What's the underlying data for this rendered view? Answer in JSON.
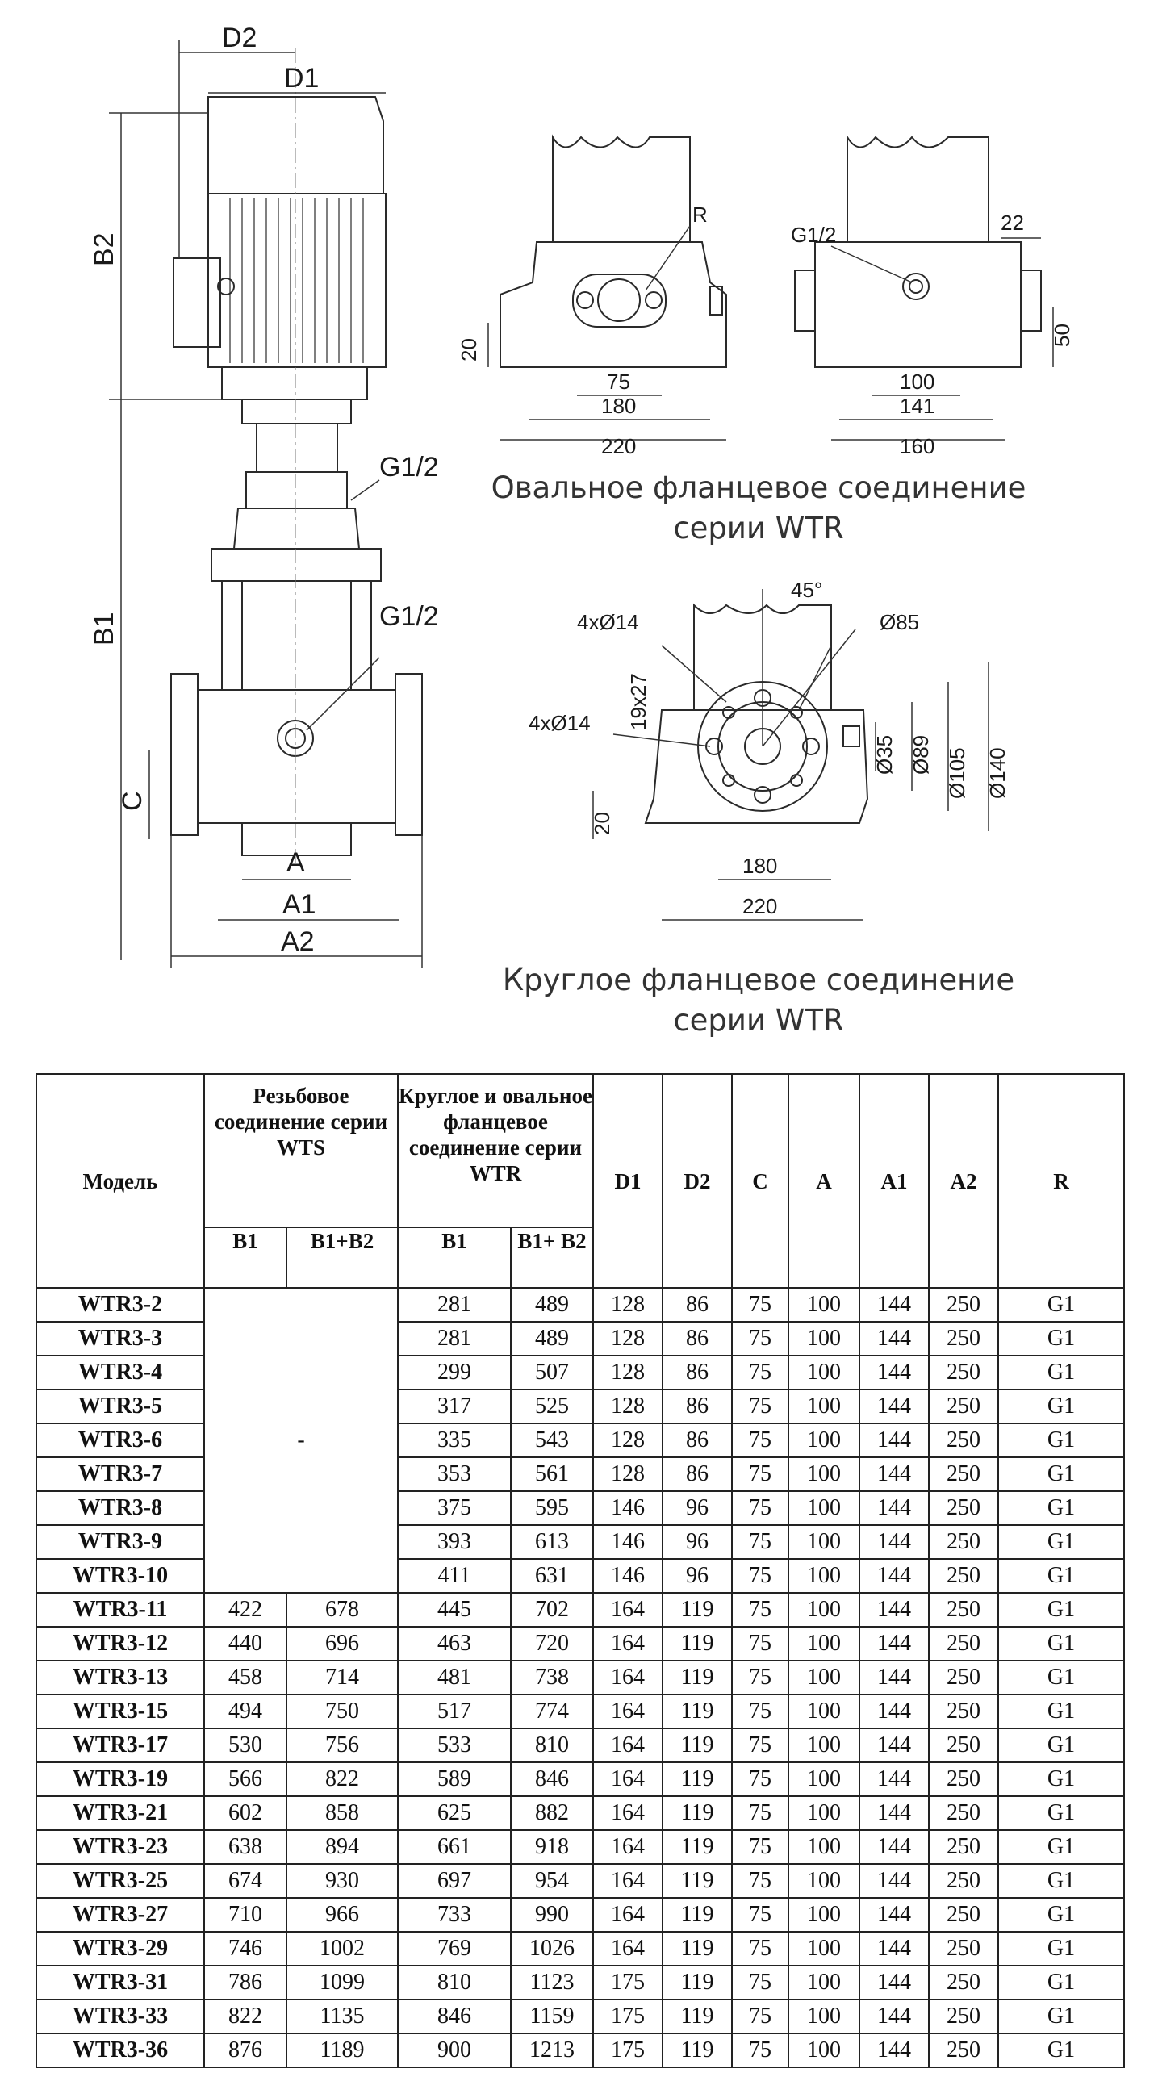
{
  "drawing": {
    "labels": {
      "D2": "D2",
      "D1": "D1",
      "B2": "B2",
      "B1": "B1",
      "C": "C",
      "A": "A",
      "A1": "A1",
      "A2": "A2",
      "G1_2_top": "G1/2",
      "G1_2_mid": "G1/2",
      "R": "R",
      "G1_2_right": "G1/2",
      "v22": "22",
      "v20a": "20",
      "v50": "50",
      "v75": "75",
      "v180a": "180",
      "v220a": "220",
      "v100": "100",
      "v141": "141",
      "v160": "160",
      "deg45": "45°",
      "d4x14a": "4xØ14",
      "d85": "Ø85",
      "v19x27": "19x27",
      "d4x14b": "4xØ14",
      "d35": "Ø35",
      "d89": "Ø89",
      "d105": "Ø105",
      "d140": "Ø140",
      "v20b": "20",
      "v180b": "180",
      "v220b": "220"
    },
    "caption_oval": [
      "Овальное фланцевое соединение",
      "серии WTR"
    ],
    "caption_round": [
      "Круглое фланцевое соединение",
      "серии WTR"
    ]
  },
  "table": {
    "header": {
      "model": "Модель",
      "wts_group": "Резьбовое соединение серии WTS",
      "wtr_group": "Круглое и овальное фланцевое соединение серии WTR",
      "b1": "B1",
      "b1b2": "B1+B2",
      "b1_wtr": "B1",
      "b1b2_wtr": "B1+ B2",
      "d1": "D1",
      "d2": "D2",
      "c": "C",
      "a": "A",
      "a1": "A1",
      "a2": "A2",
      "r": "R"
    },
    "wts_dash": "-",
    "rows": [
      [
        "WTR3-2",
        "",
        "",
        "281",
        "489",
        "128",
        "86",
        "75",
        "100",
        "144",
        "250",
        "G1"
      ],
      [
        "WTR3-3",
        "",
        "",
        "281",
        "489",
        "128",
        "86",
        "75",
        "100",
        "144",
        "250",
        "G1"
      ],
      [
        "WTR3-4",
        "",
        "",
        "299",
        "507",
        "128",
        "86",
        "75",
        "100",
        "144",
        "250",
        "G1"
      ],
      [
        "WTR3-5",
        "",
        "",
        "317",
        "525",
        "128",
        "86",
        "75",
        "100",
        "144",
        "250",
        "G1"
      ],
      [
        "WTR3-6",
        "",
        "",
        "335",
        "543",
        "128",
        "86",
        "75",
        "100",
        "144",
        "250",
        "G1"
      ],
      [
        "WTR3-7",
        "",
        "",
        "353",
        "561",
        "128",
        "86",
        "75",
        "100",
        "144",
        "250",
        "G1"
      ],
      [
        "WTR3-8",
        "",
        "",
        "375",
        "595",
        "146",
        "96",
        "75",
        "100",
        "144",
        "250",
        "G1"
      ],
      [
        "WTR3-9",
        "",
        "",
        "393",
        "613",
        "146",
        "96",
        "75",
        "100",
        "144",
        "250",
        "G1"
      ],
      [
        "WTR3-10",
        "",
        "",
        "411",
        "631",
        "146",
        "96",
        "75",
        "100",
        "144",
        "250",
        "G1"
      ],
      [
        "WTR3-11",
        "422",
        "678",
        "445",
        "702",
        "164",
        "119",
        "75",
        "100",
        "144",
        "250",
        "G1"
      ],
      [
        "WTR3-12",
        "440",
        "696",
        "463",
        "720",
        "164",
        "119",
        "75",
        "100",
        "144",
        "250",
        "G1"
      ],
      [
        "WTR3-13",
        "458",
        "714",
        "481",
        "738",
        "164",
        "119",
        "75",
        "100",
        "144",
        "250",
        "G1"
      ],
      [
        "WTR3-15",
        "494",
        "750",
        "517",
        "774",
        "164",
        "119",
        "75",
        "100",
        "144",
        "250",
        "G1"
      ],
      [
        "WTR3-17",
        "530",
        "756",
        "533",
        "810",
        "164",
        "119",
        "75",
        "100",
        "144",
        "250",
        "G1"
      ],
      [
        "WTR3-19",
        "566",
        "822",
        "589",
        "846",
        "164",
        "119",
        "75",
        "100",
        "144",
        "250",
        "G1"
      ],
      [
        "WTR3-21",
        "602",
        "858",
        "625",
        "882",
        "164",
        "119",
        "75",
        "100",
        "144",
        "250",
        "G1"
      ],
      [
        "WTR3-23",
        "638",
        "894",
        "661",
        "918",
        "164",
        "119",
        "75",
        "100",
        "144",
        "250",
        "G1"
      ],
      [
        "WTR3-25",
        "674",
        "930",
        "697",
        "954",
        "164",
        "119",
        "75",
        "100",
        "144",
        "250",
        "G1"
      ],
      [
        "WTR3-27",
        "710",
        "966",
        "733",
        "990",
        "164",
        "119",
        "75",
        "100",
        "144",
        "250",
        "G1"
      ],
      [
        "WTR3-29",
        "746",
        "1002",
        "769",
        "1026",
        "164",
        "119",
        "75",
        "100",
        "144",
        "250",
        "G1"
      ],
      [
        "WTR3-31",
        "786",
        "1099",
        "810",
        "1123",
        "175",
        "119",
        "75",
        "100",
        "144",
        "250",
        "G1"
      ],
      [
        "WTR3-33",
        "822",
        "1135",
        "846",
        "1159",
        "175",
        "119",
        "75",
        "100",
        "144",
        "250",
        "G1"
      ],
      [
        "WTR3-36",
        "876",
        "1189",
        "900",
        "1213",
        "175",
        "119",
        "75",
        "100",
        "144",
        "250",
        "G1"
      ]
    ]
  }
}
